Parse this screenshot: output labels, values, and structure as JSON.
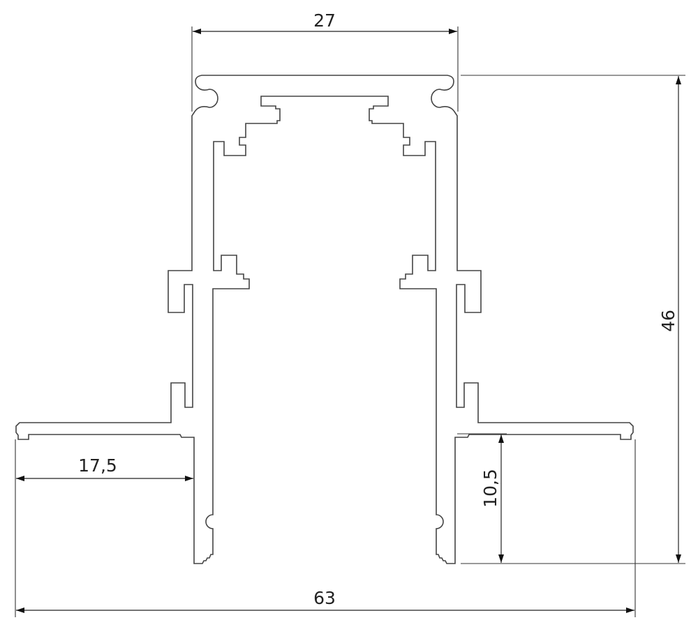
{
  "dimensions": {
    "top_width": "27",
    "total_height": "46",
    "flange_width": "17,5",
    "lower_height": "10,5",
    "total_width": "63"
  },
  "colors": {
    "line": "#444444",
    "background": "#ffffff"
  }
}
